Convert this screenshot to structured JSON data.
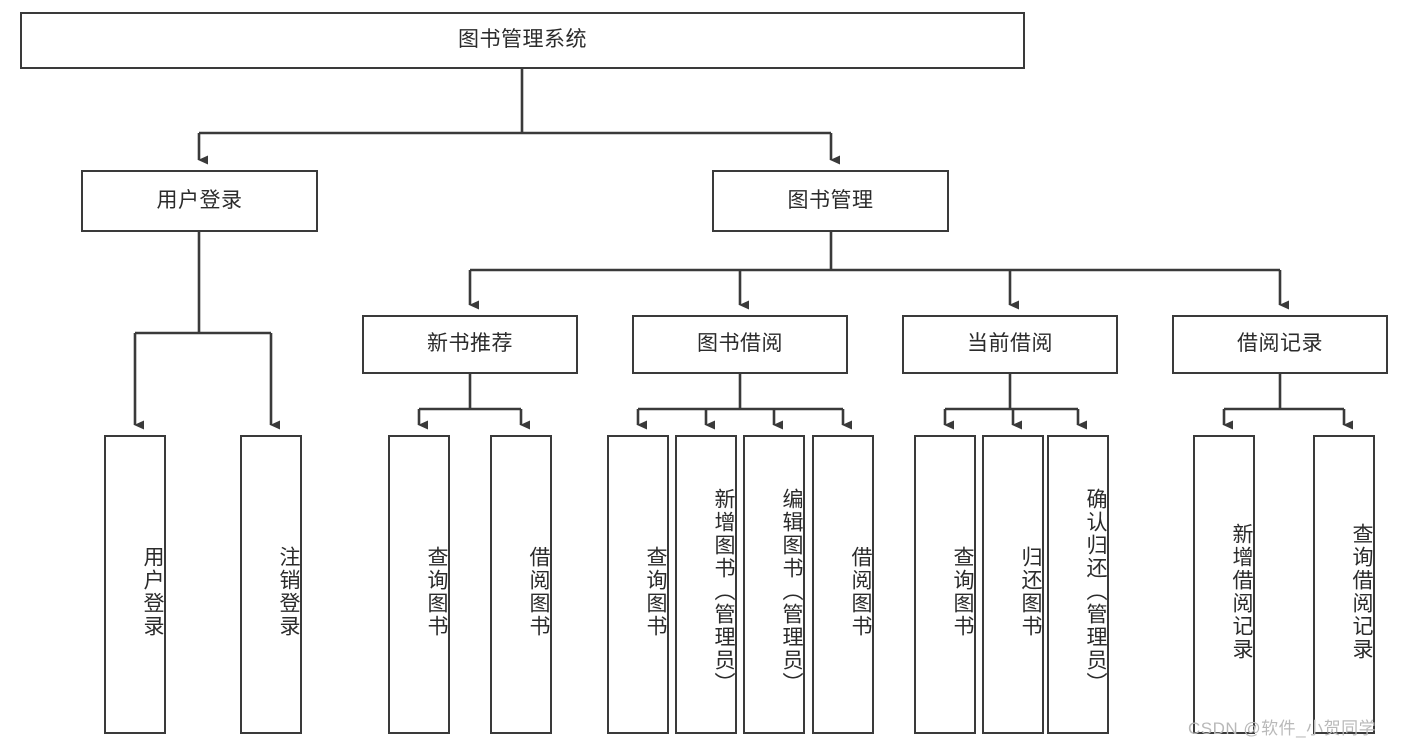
{
  "diagram": {
    "type": "tree",
    "title": "图书管理系统",
    "root": {
      "label": "图书管理系统"
    },
    "level1": [
      {
        "label": "用户登录"
      },
      {
        "label": "图书管理"
      }
    ],
    "level2": [
      {
        "label": "新书推荐"
      },
      {
        "label": "图书借阅"
      },
      {
        "label": "当前借阅"
      },
      {
        "label": "借阅记录"
      }
    ],
    "leaves_user_login": [
      {
        "label": "用户登录"
      },
      {
        "label": "注销登录"
      }
    ],
    "leaves_new_book": [
      {
        "label": "查询图书"
      },
      {
        "label": "借阅图书"
      }
    ],
    "leaves_borrow": [
      {
        "label": "查询图书"
      },
      {
        "label": "新增图书（管理员）"
      },
      {
        "label": "编辑图书（管理员）"
      },
      {
        "label": "借阅图书"
      }
    ],
    "leaves_current": [
      {
        "label": "查询图书"
      },
      {
        "label": "归还图书"
      },
      {
        "label": "确认归还（管理员）"
      }
    ],
    "leaves_record": [
      {
        "label": "新增借阅记录"
      },
      {
        "label": "查询借阅记录"
      }
    ],
    "colors": {
      "box_border": "#3a3a3a",
      "box_fill": "#ffffff",
      "line": "#3a3a3a",
      "text": "#2b2b2b",
      "watermark": "#b9b9b9"
    }
  },
  "watermark": {
    "text": "CSDN @软件_小贺同学"
  }
}
